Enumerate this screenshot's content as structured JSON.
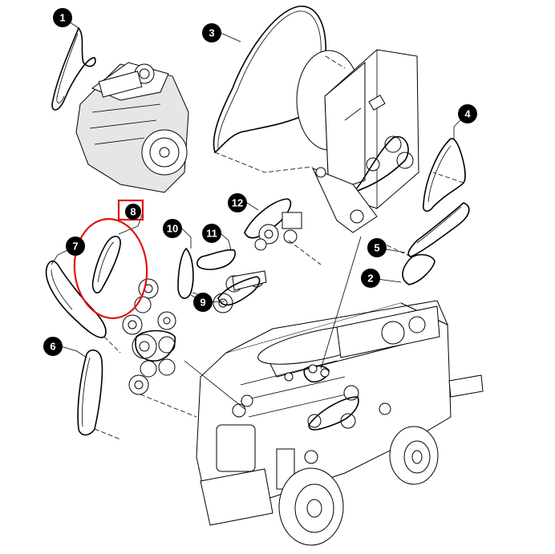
{
  "callouts": {
    "c1": "1",
    "c2": "2",
    "c3": "3",
    "c4": "4",
    "c5": "5",
    "c6": "6",
    "c7": "7",
    "c8": "8",
    "c9": "9",
    "c10": "10",
    "c11": "11",
    "c12": "12"
  },
  "colors": {
    "highlight": "#e01010",
    "line": "#000000",
    "background": "#ffffff"
  }
}
